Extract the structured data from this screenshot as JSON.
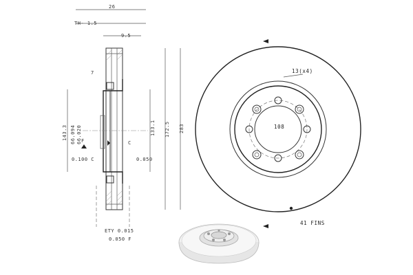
{
  "labels": {
    "d_26": "26",
    "th": "TH- 1.5",
    "d_9_5": "9.5",
    "d_7": "7",
    "d_143_3": "143.3",
    "d_66_094": "66.094",
    "d_66_020": "66.020",
    "f_label": "F",
    "d_0_100": "0.100 C",
    "c_label": "C",
    "d_0_050": "0.050",
    "d_133_1": "133.1",
    "d_172_5": "172.5",
    "d_283": "283",
    "d_13x4": "13(x4)",
    "d_108": "108",
    "fins": "41 FINS",
    "tol_1": "ETY 0.015",
    "tol_2": "0.050 F"
  }
}
